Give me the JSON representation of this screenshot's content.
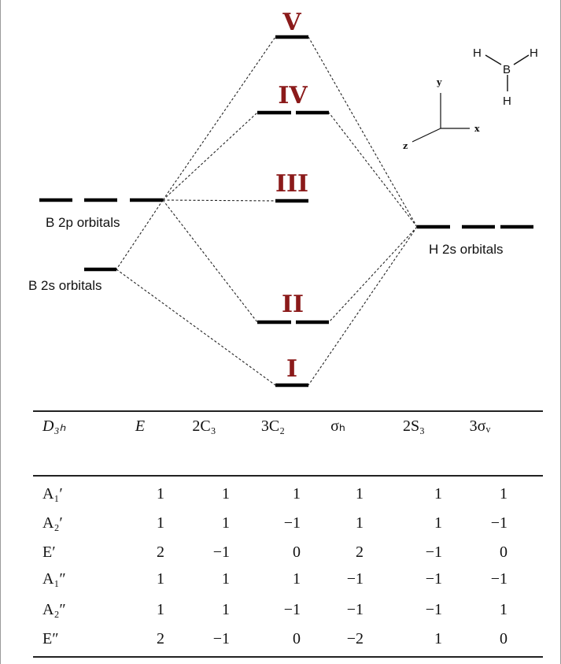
{
  "diagram": {
    "levels": {
      "v": "V",
      "iv": "IV",
      "iii": "III",
      "ii": "II",
      "i": "I"
    },
    "labels": {
      "b2p": "B 2p orbitals",
      "b2s": "B 2s orbitals",
      "h2s": "H 2s orbitals"
    },
    "molecule": {
      "h_top_left": "H",
      "h_top_right": "H",
      "b_center": "B",
      "h_bottom": "H"
    },
    "axes": {
      "y": "y",
      "x": "x",
      "z": "z"
    }
  },
  "table": {
    "header": [
      "D₃ₕ",
      "E",
      "2C₃",
      "3C₂",
      "σₕ",
      "2S₃",
      "3σᵥ"
    ],
    "rows": [
      [
        "A₁′",
        "1",
        "1",
        "1",
        "1",
        "1",
        "1"
      ],
      [
        "A₂′",
        "1",
        "1",
        "−1",
        "1",
        "1",
        "−1"
      ],
      [
        "E′",
        "2",
        "−1",
        "0",
        "2",
        "−1",
        "0"
      ],
      [
        "A₁″",
        "1",
        "1",
        "1",
        "−1",
        "−1",
        "−1"
      ],
      [
        "A₂″",
        "1",
        "1",
        "−1",
        "−1",
        "−1",
        "1"
      ],
      [
        "E″",
        "2",
        "−1",
        "0",
        "−2",
        "1",
        "0"
      ]
    ]
  }
}
